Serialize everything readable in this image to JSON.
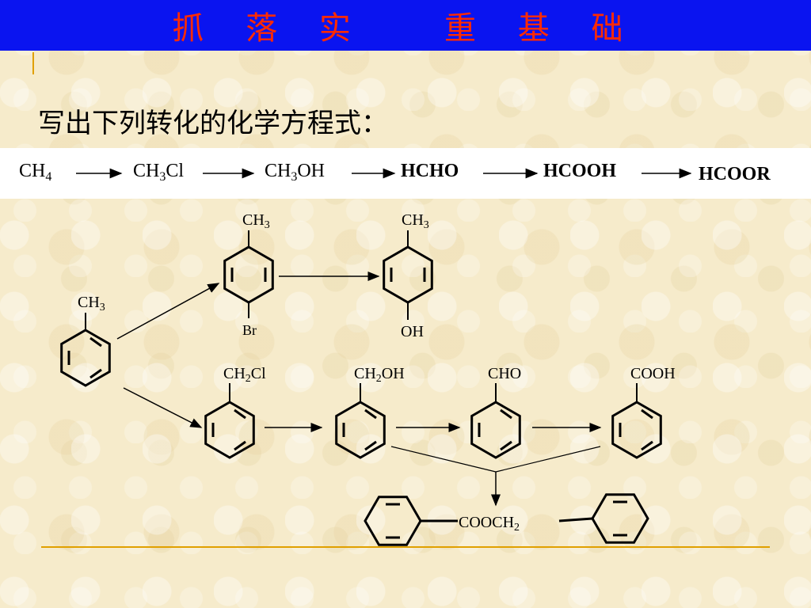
{
  "slide": {
    "title": "抓 落 实   重 基 础",
    "heading": "写出下列转化的化学方程式：",
    "colors": {
      "title_bar": "#0a14f0",
      "title_text": "#ff2a00",
      "accent": "#e0a000"
    }
  },
  "chain": [
    {
      "main": "CH",
      "sub": "4",
      "tail": ""
    },
    {
      "main": "CH",
      "sub": "3",
      "tail": "Cl"
    },
    {
      "main": "CH",
      "sub": "3",
      "tail": "OH"
    },
    {
      "main": "HCHO",
      "sub": "",
      "tail": ""
    },
    {
      "main": "HCOOH",
      "sub": "",
      "tail": ""
    },
    {
      "main": "HCOOR",
      "sub": "",
      "tail": ""
    }
  ],
  "labels": {
    "toluene": {
      "main": "CH",
      "sub": "3",
      "tail": ""
    },
    "bromo_top": {
      "main": "CH",
      "sub": "3",
      "tail": ""
    },
    "bromo_bottom": "Br",
    "cresol_top": {
      "main": "CH",
      "sub": "3",
      "tail": ""
    },
    "cresol_bottom": "OH",
    "benzyl_chloride": {
      "main": "CH",
      "sub": "2",
      "tail": "Cl"
    },
    "benzyl_alcohol": {
      "main": "CH",
      "sub": "2",
      "tail": "OH"
    },
    "benzaldehyde": "CHO",
    "benzoic_acid": "COOH",
    "ester": {
      "main": "COOCH",
      "sub": "2",
      "tail": ""
    }
  }
}
